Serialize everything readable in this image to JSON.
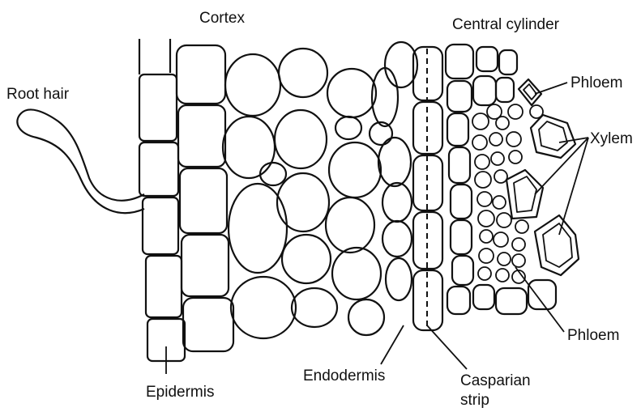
{
  "labels": {
    "cortex": "Cortex",
    "central_cylinder": "Central cylinder",
    "root_hair": "Root hair",
    "phloem_top": "Phloem",
    "xylem": "Xylem",
    "phloem_bottom": "Phloem",
    "epidermis": "Epidermis",
    "endodermis": "Endodermis",
    "casparian_line1": "Casparian",
    "casparian_line2": "strip"
  }
}
